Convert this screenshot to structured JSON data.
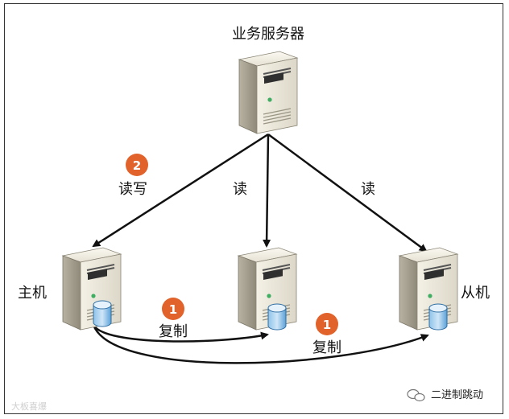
{
  "diagram": {
    "nodes": {
      "business_server": "业务服务器",
      "master": "主机",
      "slave": "从机"
    },
    "edges": {
      "read_write_label": "读写",
      "read_label_middle": "读",
      "read_label_right": "读",
      "replicate_label_1": "复制",
      "replicate_label_2": "复制"
    },
    "steps": {
      "step_read_write": "2",
      "step_replicate_1": "1",
      "step_replicate_2": "1"
    },
    "watermarks": {
      "bottom_left": "大板喜爆",
      "bottom_right": "二进制跳动"
    },
    "colors": {
      "badge": "#e1622a",
      "arrow": "#111111",
      "db": "#5aa0d8"
    },
    "icons": {
      "server": "server-tower-icon",
      "database": "database-cylinder-icon",
      "wechat": "wechat-icon"
    }
  }
}
